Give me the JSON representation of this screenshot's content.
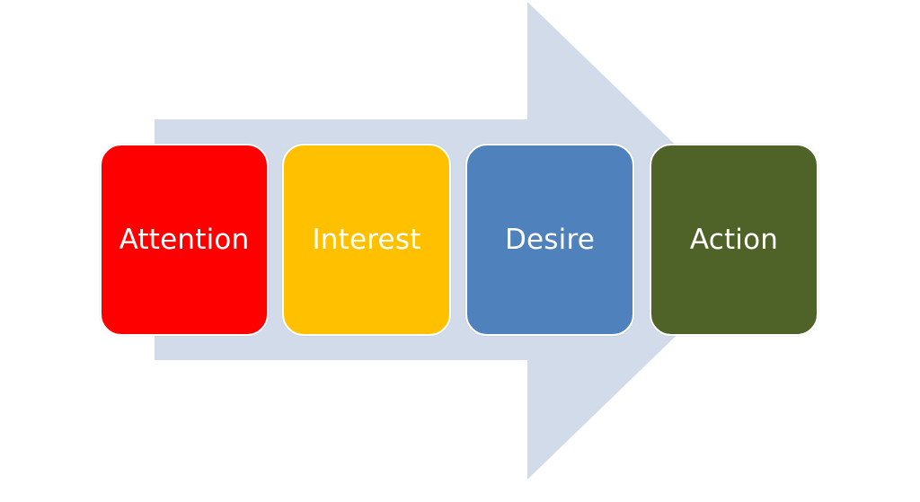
{
  "stages": [
    {
      "label": "Attention",
      "color": "#ff0000"
    },
    {
      "label": "Interest",
      "color": "#ffc000"
    },
    {
      "label": "Desire",
      "color": "#4f81bd"
    },
    {
      "label": "Action",
      "color": "#4f6228"
    }
  ],
  "arrow_color": "#d2dbea"
}
